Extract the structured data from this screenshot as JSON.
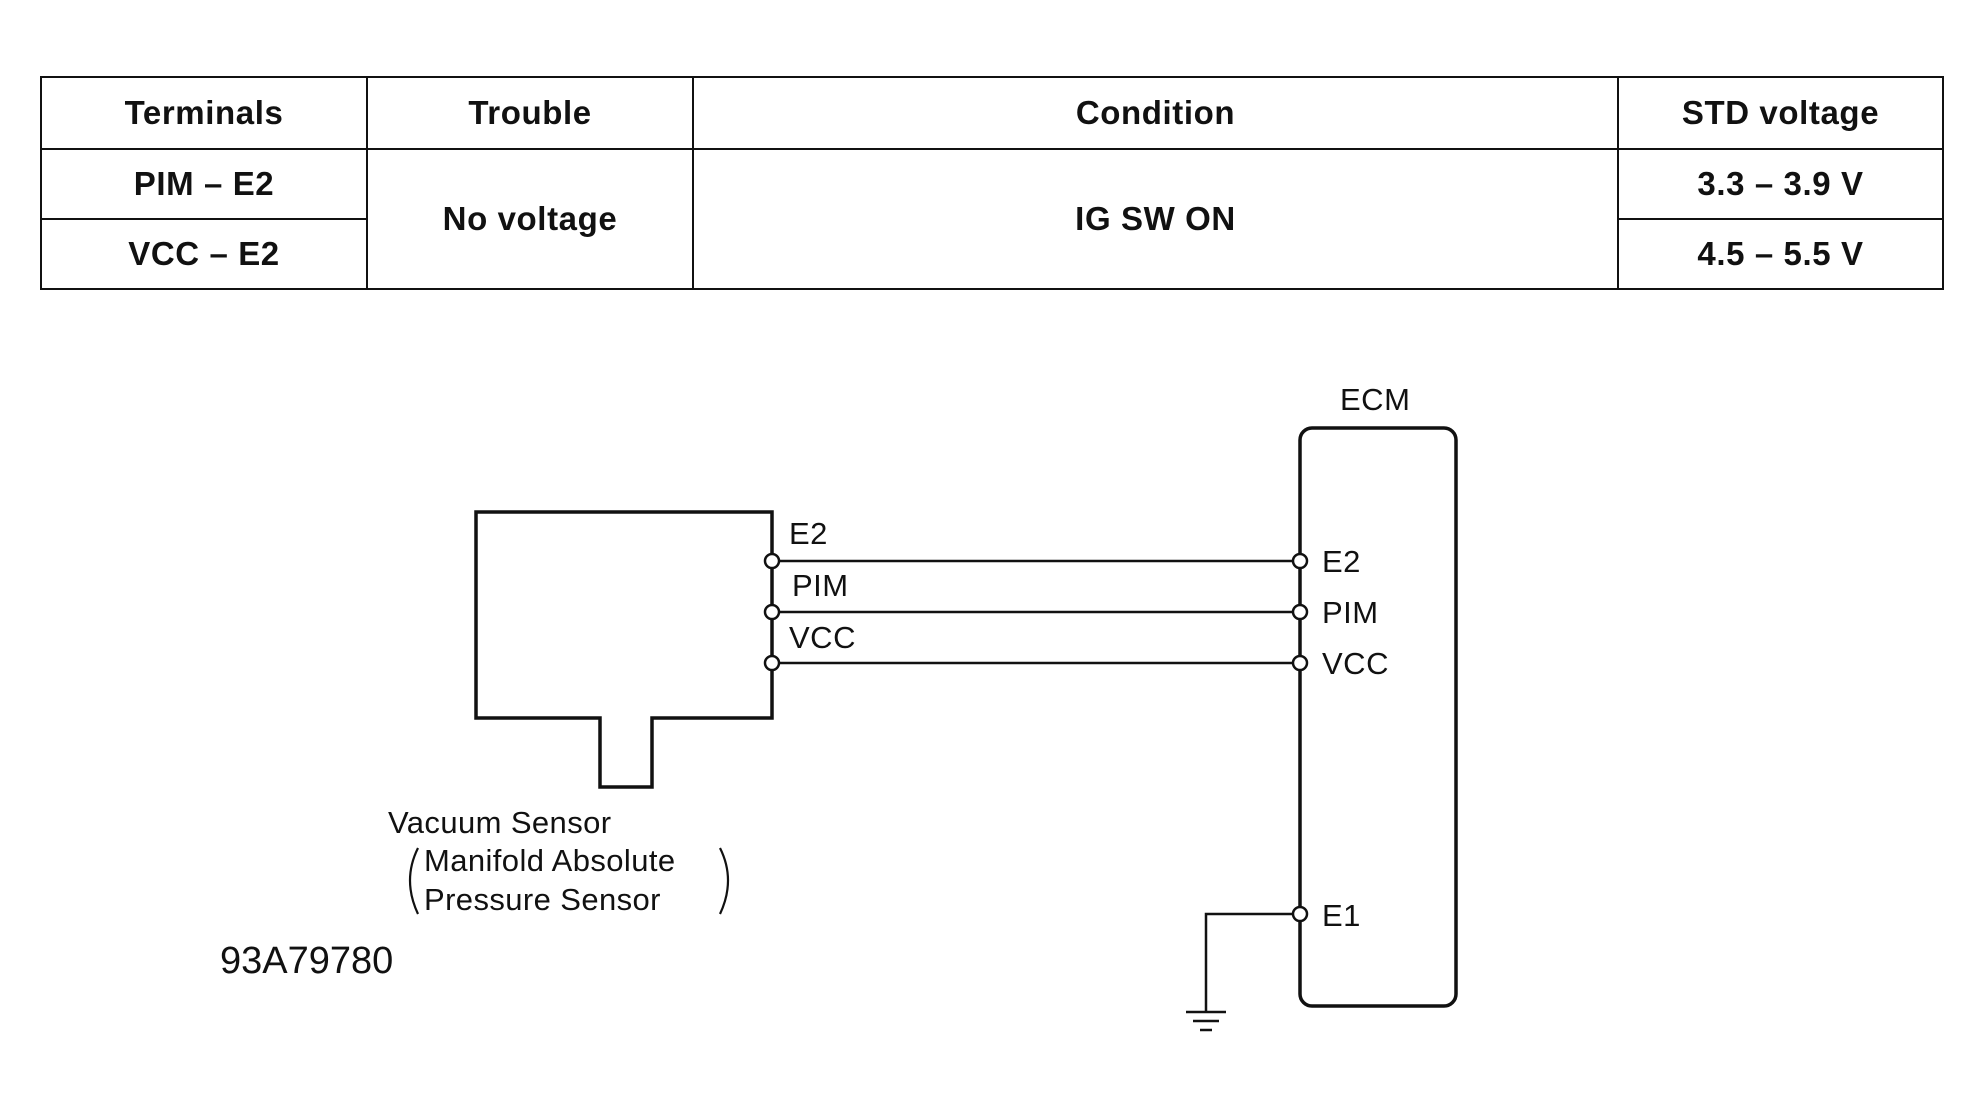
{
  "table": {
    "headers": [
      "Terminals",
      "Trouble",
      "Condition",
      "STD voltage"
    ],
    "rows": [
      {
        "terminals": "PIM – E2",
        "std_voltage": "3.3 – 3.9 V"
      },
      {
        "terminals": "VCC – E2",
        "std_voltage": "4.5 – 5.5 V"
      }
    ],
    "trouble": "No voltage",
    "condition": "IG SW ON"
  },
  "diagram": {
    "ecm_title": "ECM",
    "sensor_pins": [
      "E2",
      "PIM",
      "VCC"
    ],
    "ecm_pins": [
      "E2",
      "PIM",
      "VCC",
      "E1"
    ],
    "sensor_caption": {
      "line1": "Vacuum Sensor",
      "line2": "Manifold Absolute",
      "line3": "Pressure Sensor"
    },
    "figure_id": "93A79780"
  }
}
